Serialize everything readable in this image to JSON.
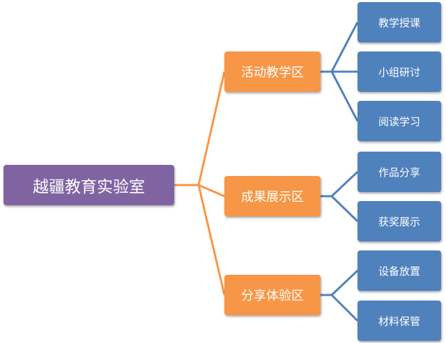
{
  "colors": {
    "root_fill": "#8064A2",
    "mid_fill": "#F79646",
    "leaf_fill": "#4F81BD",
    "root_link": "#F79646",
    "leaf_link": "#4F81BD"
  },
  "root": {
    "label": "越疆教育实验室"
  },
  "branches": [
    {
      "label": "活动教学区",
      "children": [
        "教学授课",
        "小组研讨",
        "阅读学习"
      ]
    },
    {
      "label": "成果展示区",
      "children": [
        "作品分享",
        "获奖展示"
      ]
    },
    {
      "label": "分享体验区",
      "children": [
        "设备放置",
        "材料保管"
      ]
    }
  ]
}
